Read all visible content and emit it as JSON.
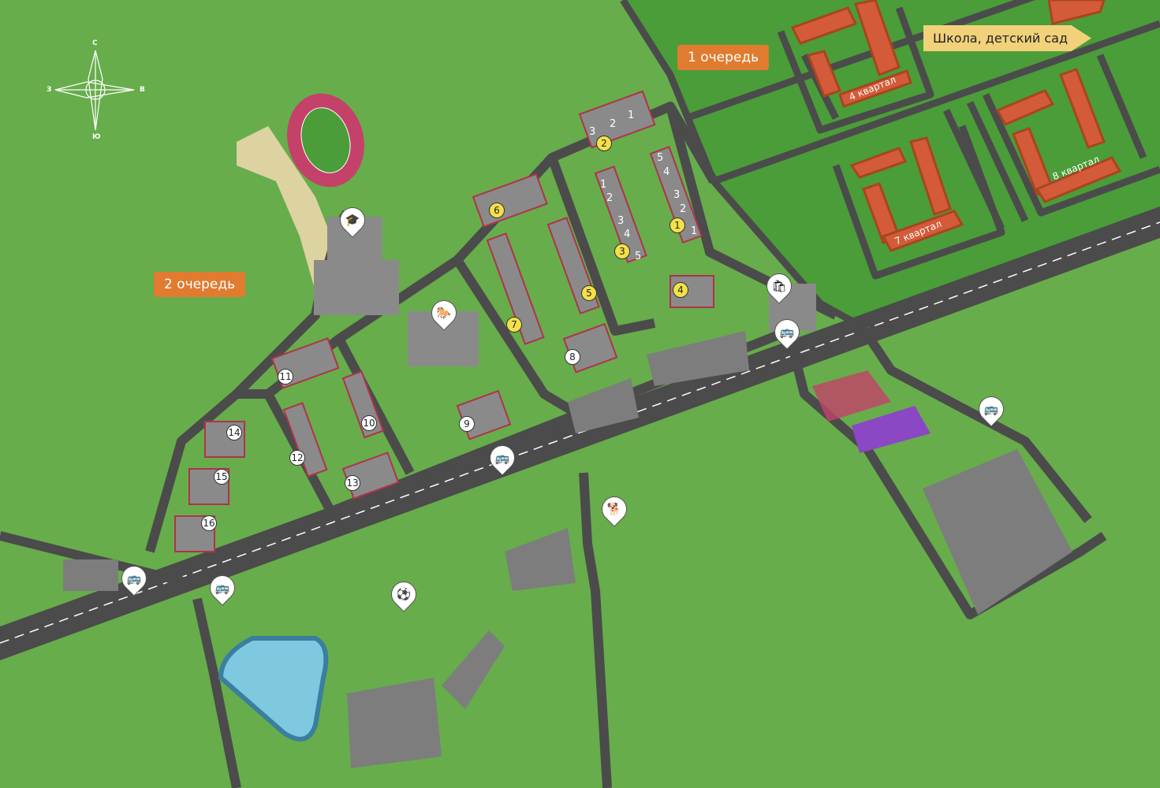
{
  "compass": {
    "n": "С",
    "s": "Ю",
    "w": "З",
    "e": "В"
  },
  "labels": {
    "phase1": "1 очередь",
    "phase2": "2 очередь",
    "school_kindergarten": "Школа, детский сад"
  },
  "districts": [
    "4 квартал",
    "7 квартал",
    "8 квартал"
  ],
  "phase1_buildings": [
    "1",
    "2",
    "3",
    "4",
    "5",
    "6",
    "7"
  ],
  "phase2_buildings": [
    "8",
    "9",
    "10",
    "11",
    "12",
    "13",
    "14",
    "15",
    "16"
  ],
  "sections": [
    "3",
    "2",
    "1",
    "1",
    "2",
    "3",
    "4",
    "5",
    "5",
    "4",
    "3",
    "2",
    "1"
  ],
  "pois": [
    {
      "icon": "school-icon",
      "glyph": "🎓"
    },
    {
      "icon": "kindergarten-horse-icon",
      "glyph": "🐎"
    },
    {
      "icon": "shop-icon",
      "glyph": "🛍"
    },
    {
      "icon": "dog-park-icon",
      "glyph": "🐕"
    },
    {
      "icon": "football-icon",
      "glyph": "⚽"
    },
    {
      "icon": "bus-stop-icon",
      "glyph": "🚌"
    },
    {
      "icon": "bus-stop-icon",
      "glyph": "🚌"
    },
    {
      "icon": "bus-stop-icon",
      "glyph": "🚌"
    },
    {
      "icon": "bus-stop-icon",
      "glyph": "🚌"
    },
    {
      "icon": "bus-stop-icon",
      "glyph": "🚌"
    }
  ],
  "colors": {
    "grass": "#67ad4b",
    "dark_grass": "#4a9d38",
    "road": "#4b4b4b",
    "orange": "#e07b30",
    "yellow": "#f1d27a",
    "brick": "#d35b3a"
  }
}
